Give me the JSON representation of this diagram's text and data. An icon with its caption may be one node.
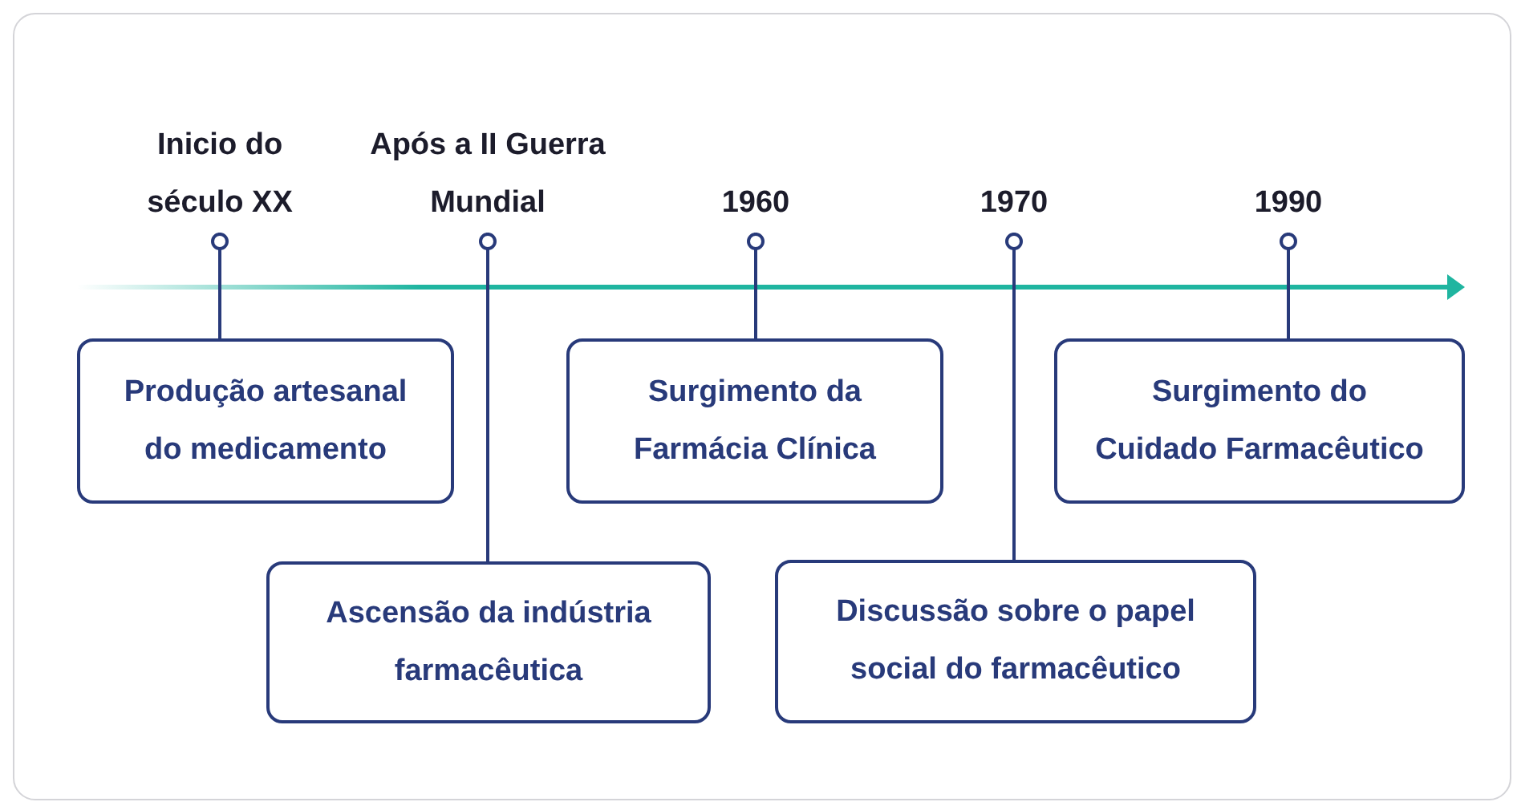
{
  "diagram": {
    "nodes": [
      {
        "text": [
          "Inicio do século XX"
        ]
      },
      {
        "text": [
          "Após a II Guerra Mundial"
        ]
      },
      {
        "text": [
          "1960"
        ]
      },
      {
        "text": [
          "1970"
        ]
      },
      {
        "text": [
          "1990"
        ]
      },
      {
        "text": [
          "Produção artesanal do medicamento"
        ]
      },
      {
        "text": [
          "Ascensão da indústria farmacêutica"
        ]
      },
      {
        "text": [
          "Surgimento da Farmácia Clínica"
        ]
      },
      {
        "text": [
          "Discussão sobre o papel social do farmacêutico"
        ]
      },
      {
        "text": [
          "Surgimento do Cuidado Farmacêutico"
        ]
      }
    ],
    "edges": [
      {
        "from": 0,
        "to": 5,
        "arrow": "other"
      },
      {
        "from": 1,
        "to": 6,
        "arrow": "other"
      },
      {
        "from": 2,
        "to": 7,
        "arrow": "other"
      },
      {
        "from": 3,
        "to": 8,
        "arrow": "other"
      },
      {
        "from": 4,
        "to": 9,
        "arrow": "other"
      }
    ]
  }
}
